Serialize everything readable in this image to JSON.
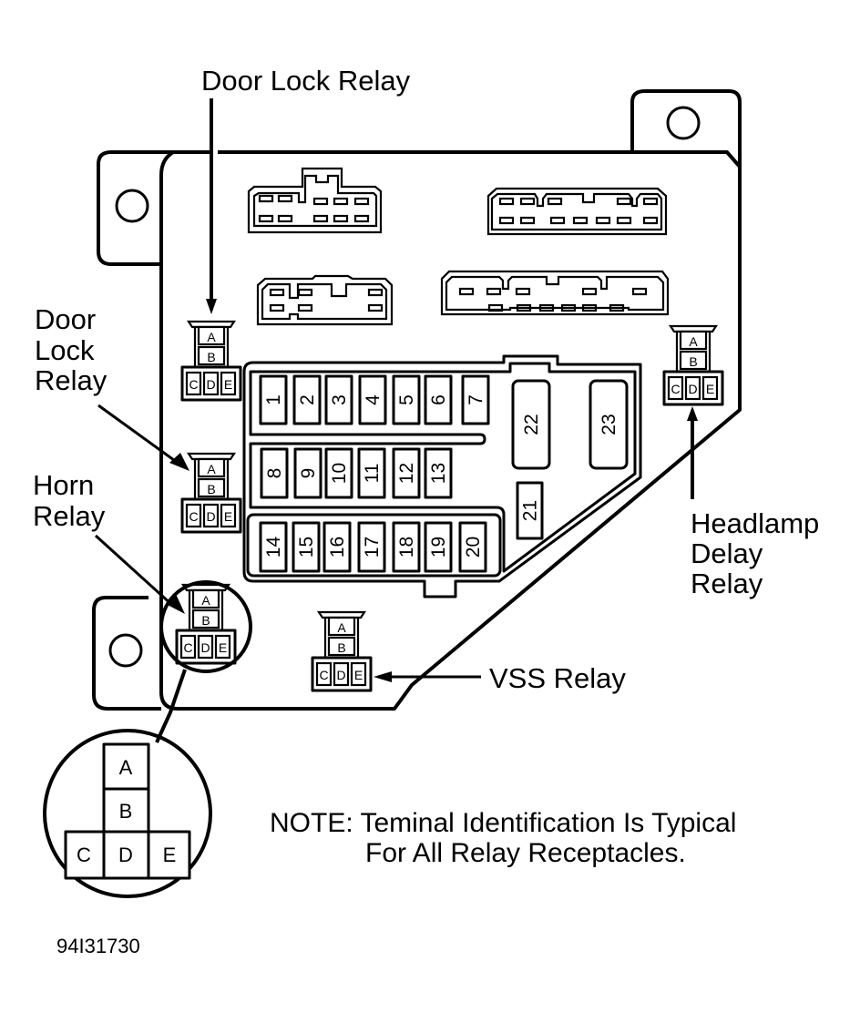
{
  "diagram": {
    "colors": {
      "line": "#000000",
      "background": "#ffffff"
    },
    "callouts": {
      "door_lock_relay_top": "Door Lock Relay",
      "door_lock_relay_left": [
        "Door",
        "Lock",
        "Relay"
      ],
      "horn_relay": [
        "Horn",
        "Relay"
      ],
      "headlamp_delay_relay": [
        "Headlamp",
        "Delay",
        "Relay"
      ],
      "vss_relay": "VSS Relay"
    },
    "fuses": {
      "row1": [
        "1",
        "2",
        "3",
        "4",
        "5",
        "6",
        "7"
      ],
      "row2": [
        "8",
        "9",
        "10",
        "11",
        "12",
        "13"
      ],
      "row3": [
        "14",
        "15",
        "16",
        "17",
        "18",
        "19",
        "20"
      ],
      "small": "21",
      "large": [
        "22",
        "23"
      ]
    },
    "relay_terminals": {
      "top": [
        "A",
        "B"
      ],
      "bottom": [
        "C",
        "D",
        "E"
      ]
    },
    "detail_terminals": {
      "A": "A",
      "B": "B",
      "C": "C",
      "D": "D",
      "E": "E"
    },
    "note": {
      "line1": "NOTE: Teminal Identification Is Typical",
      "line2": "For All Relay Receptacles."
    },
    "figure_id": "94I31730"
  }
}
